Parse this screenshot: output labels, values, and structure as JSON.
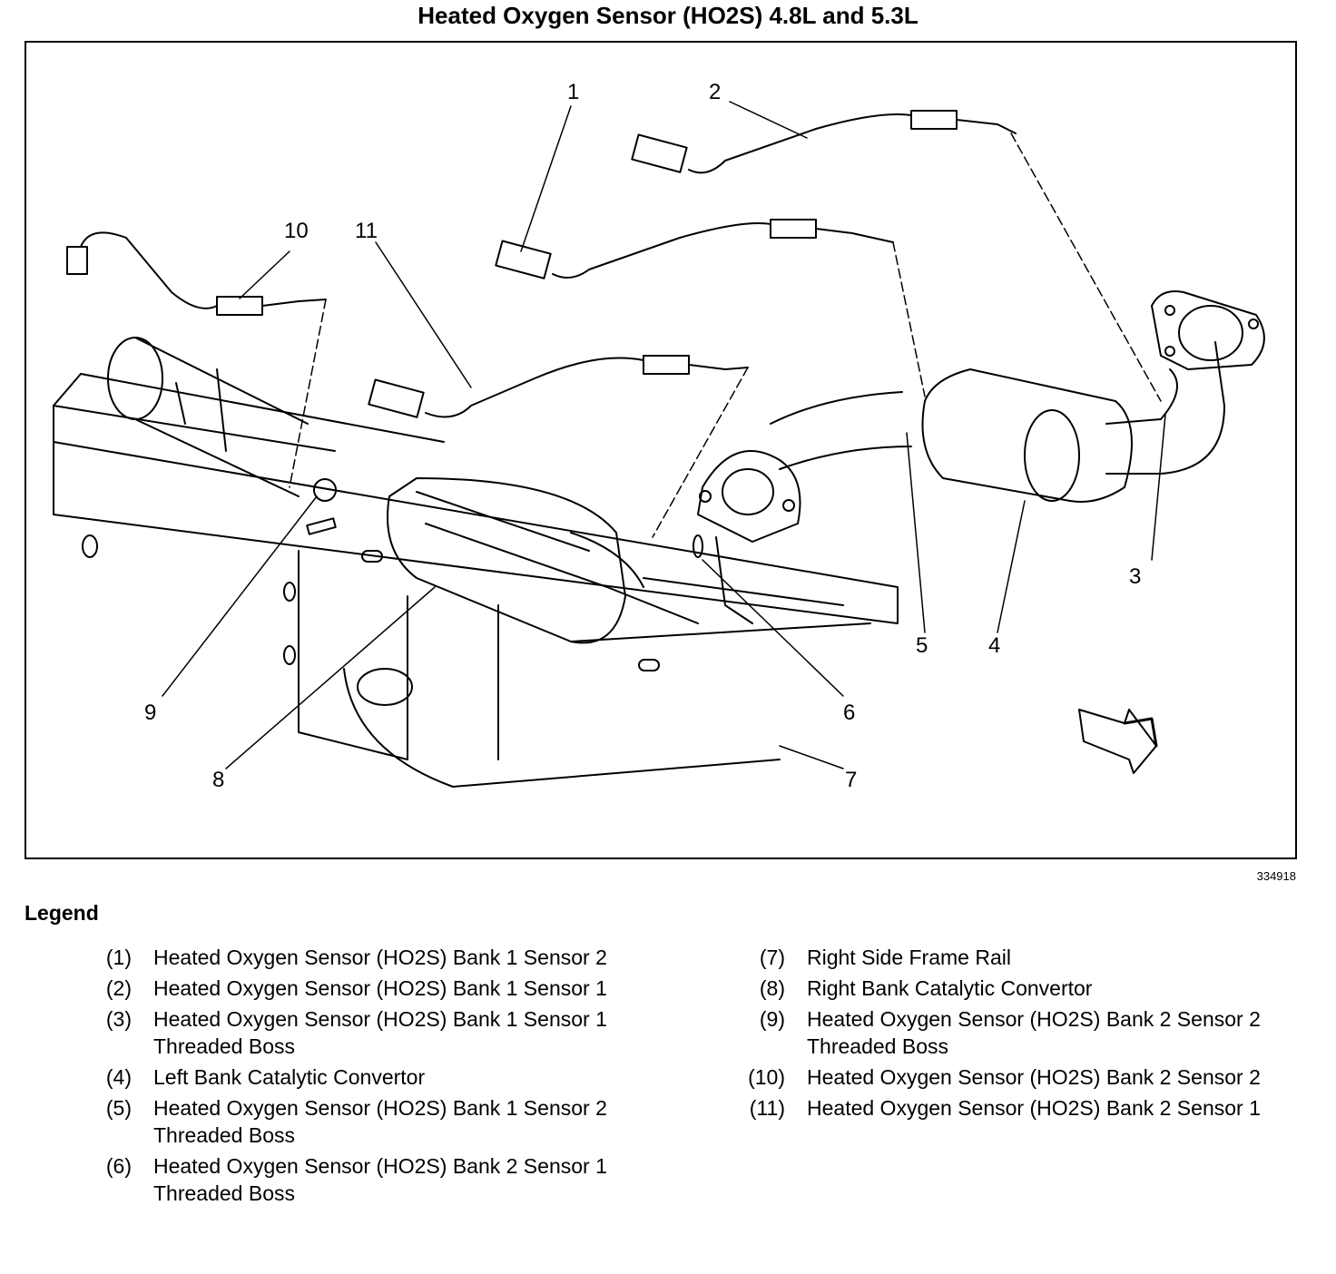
{
  "title": "Heated Oxygen Sensor (HO2S) 4.8L and 5.3L",
  "figure_id": "334918",
  "callouts": [
    "1",
    "2",
    "3",
    "4",
    "5",
    "6",
    "7",
    "8",
    "9",
    "10",
    "11"
  ],
  "legend": {
    "heading": "Legend",
    "left": [
      {
        "num": "(1)",
        "text": "Heated Oxygen Sensor (HO2S) Bank 1 Sensor 2"
      },
      {
        "num": "(2)",
        "text": "Heated Oxygen Sensor (HO2S) Bank 1 Sensor 1"
      },
      {
        "num": "(3)",
        "text": "Heated Oxygen Sensor (HO2S) Bank 1 Sensor 1 Threaded Boss"
      },
      {
        "num": "(4)",
        "text": "Left Bank Catalytic Convertor"
      },
      {
        "num": "(5)",
        "text": "Heated Oxygen Sensor (HO2S) Bank 1 Sensor 2 Threaded Boss"
      },
      {
        "num": "(6)",
        "text": "Heated Oxygen Sensor (HO2S) Bank 2 Sensor 1 Threaded Boss"
      }
    ],
    "right": [
      {
        "num": "(7)",
        "text": "Right Side Frame Rail"
      },
      {
        "num": "(8)",
        "text": "Right Bank Catalytic Convertor"
      },
      {
        "num": "(9)",
        "text": "Heated Oxygen Sensor (HO2S) Bank 2 Sensor 2 Threaded Boss"
      },
      {
        "num": "(10)",
        "text": "Heated Oxygen Sensor (HO2S) Bank 2 Sensor 2"
      },
      {
        "num": "(11)",
        "text": "Heated Oxygen Sensor (HO2S) Bank 2 Sensor 1"
      }
    ]
  }
}
